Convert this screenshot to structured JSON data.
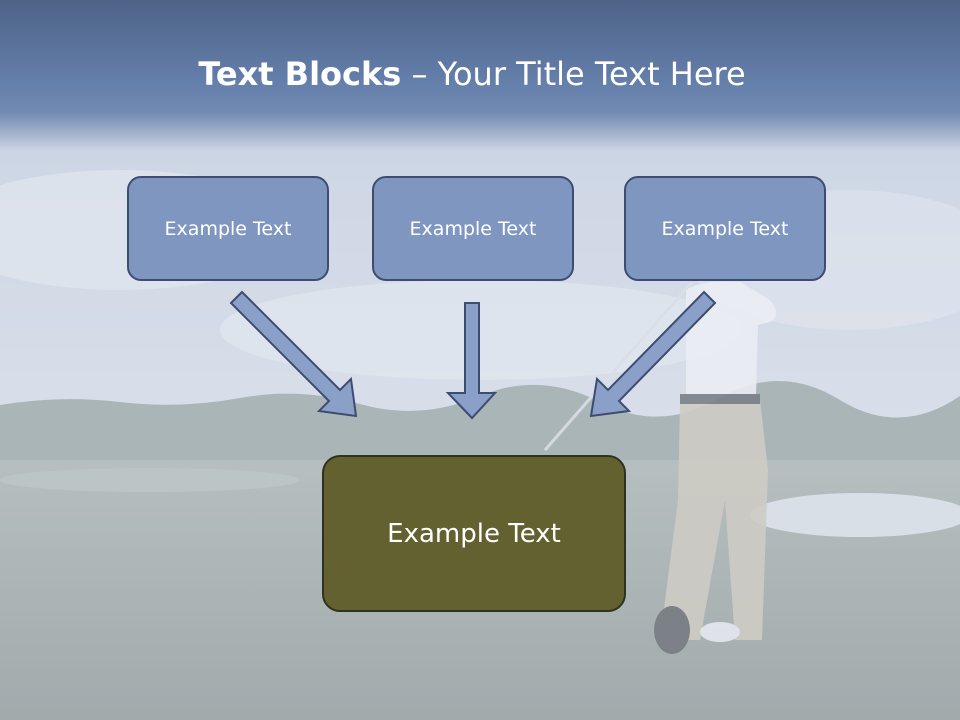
{
  "title": {
    "bold": "Text Blocks",
    "dash": " – ",
    "rest": "Your Title Text Here"
  },
  "boxes": {
    "top": [
      "Example Text",
      "Example Text",
      "Example Text"
    ],
    "center": "Example Text"
  },
  "colors": {
    "title_band": "#647fab",
    "top_box_fill": "#7f97c0",
    "center_box_fill": "#636130",
    "arrow_fill": "#8aa0c8"
  }
}
